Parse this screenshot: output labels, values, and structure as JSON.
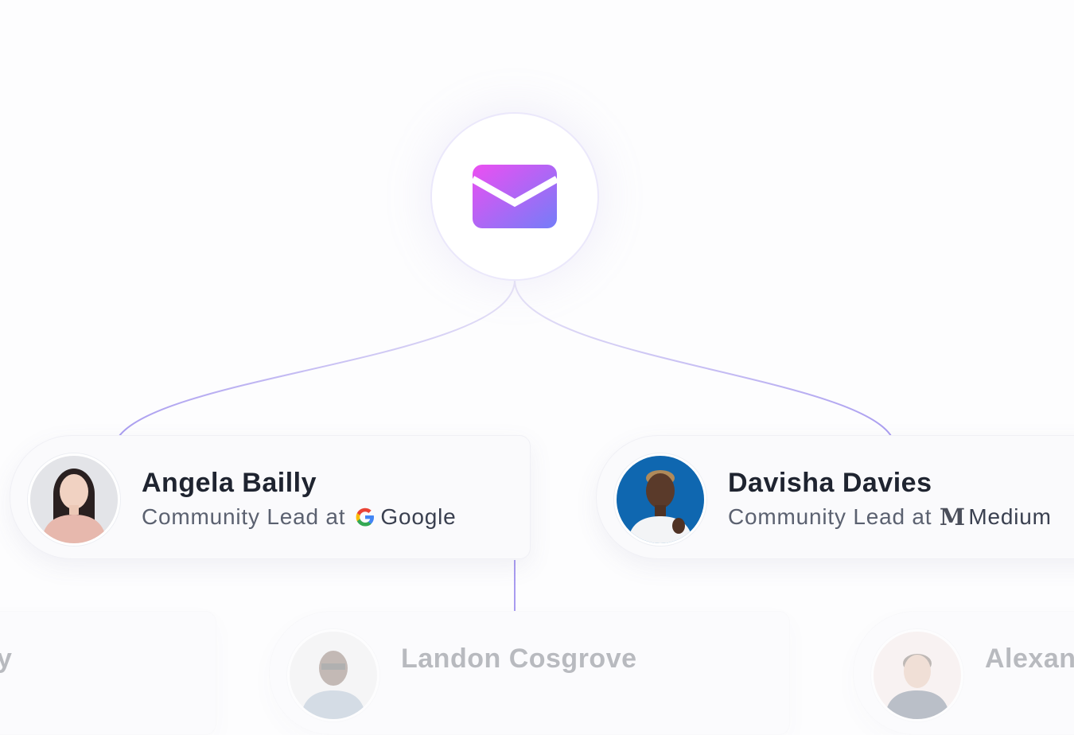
{
  "hub": {
    "icon": "envelope-icon"
  },
  "profiles": [
    {
      "name": "Angela Bailly",
      "role_prefix": "Community Lead at",
      "company": "Google",
      "company_icon": "google-logo-icon",
      "avatar": "avatar-photo"
    },
    {
      "name": "Davisha Davies",
      "role_prefix": "Community Lead at",
      "company": "Medium",
      "company_icon": "medium-logo-icon",
      "avatar": "avatar-photo"
    }
  ],
  "lower_profiles": [
    {
      "name": "y"
    },
    {
      "name": "Landon Cosgrove"
    },
    {
      "name": "Alexan"
    }
  ],
  "colors": {
    "connector": "#a99cf0",
    "accent_start": "#e84ff3",
    "accent_end": "#7a7cf8"
  }
}
